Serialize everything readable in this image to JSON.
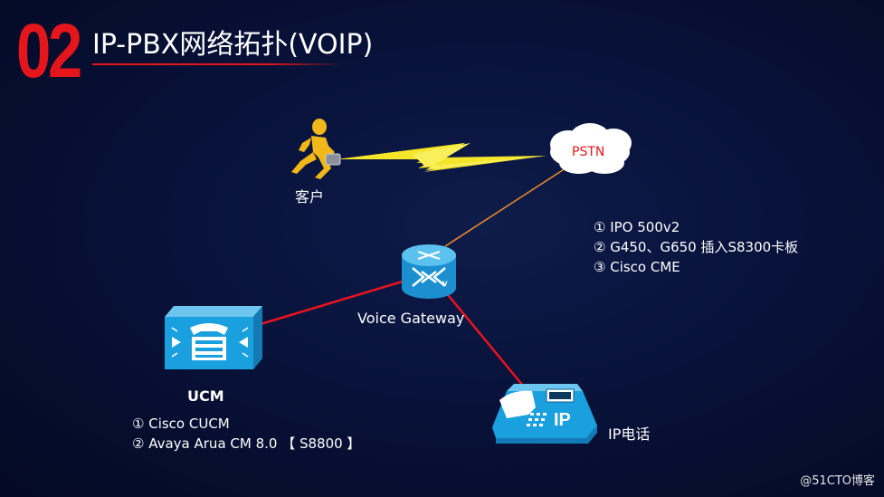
{
  "slide": {
    "number": "02",
    "title": "IP-PBX网络拓扑(VOIP)"
  },
  "nodes": {
    "customer": "客户",
    "pstn": "PSTN",
    "gateway": "Voice Gateway",
    "ucm": "UCM",
    "ipphone": "IP电话"
  },
  "pstn_options": [
    "① IPO 500v2",
    "② G450、G650 插入S8300卡板",
    "③ Cisco CME"
  ],
  "ucm_options": [
    "① Cisco CUCM",
    "② Avaya Arua CM 8.0 【 S8800 】"
  ],
  "watermark": "@51CTO博客",
  "colors": {
    "accent_red": "#e4161b",
    "link_red": "#e8131f",
    "link_orange": "#e8882a",
    "icon_blue": "#1aa0de",
    "lightning_yellow": "#f5e62a",
    "figure_yellow": "#f2b718"
  }
}
